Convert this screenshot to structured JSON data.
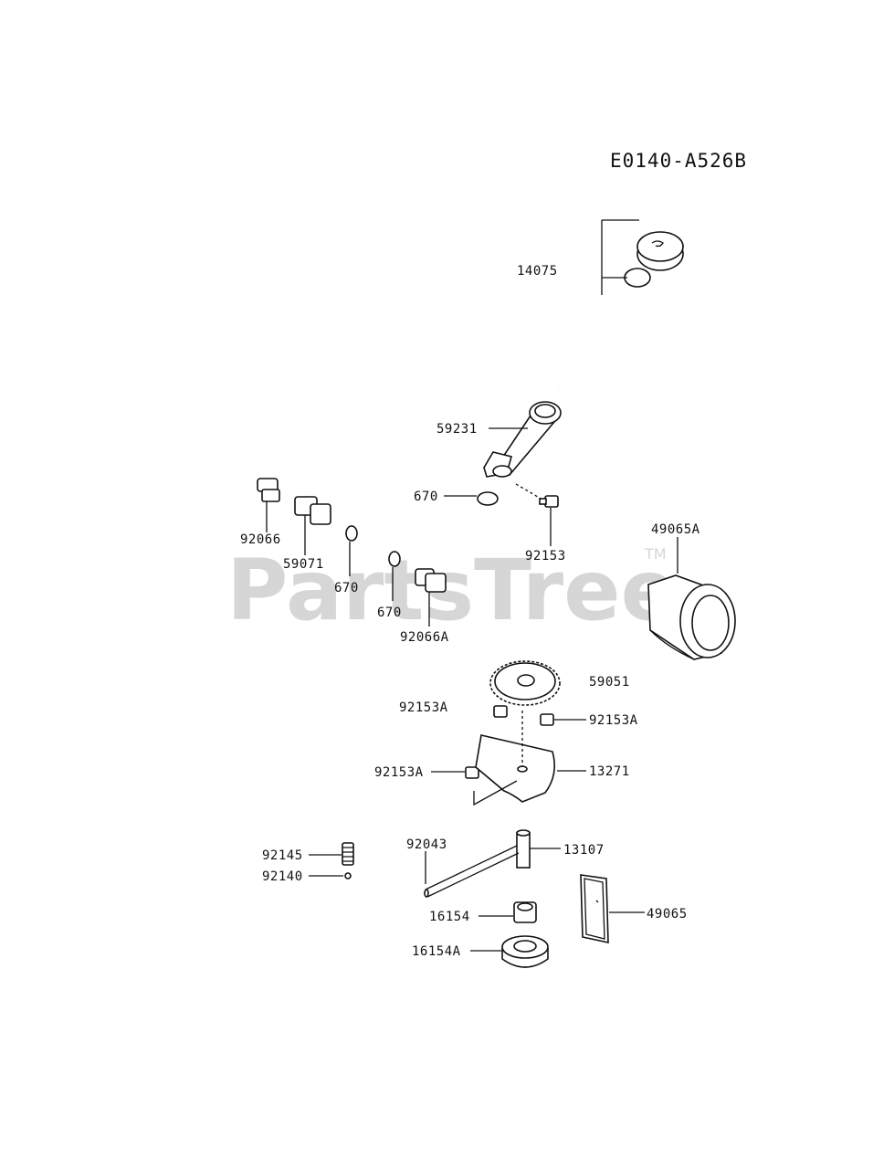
{
  "diagram_code": "E0140-A526B",
  "watermark": {
    "text": "PartsTree",
    "trademark": "TM"
  },
  "parts": {
    "p14075": "14075",
    "p59231": "59231",
    "p670_top": "670",
    "p92153": "92153",
    "p92066": "92066",
    "p59071": "59071",
    "p670_mid": "670",
    "p670_low": "670",
    "p92066A": "92066A",
    "p49065A": "49065A",
    "p59051": "59051",
    "p92153A_left": "92153A",
    "p92153A_right": "92153A",
    "p92153A_low": "92153A",
    "p13271": "13271",
    "p92043": "92043",
    "p13107": "13107",
    "p92145": "92145",
    "p92140": "92140",
    "p16154": "16154",
    "p49065": "49065",
    "p16154A": "16154A"
  }
}
